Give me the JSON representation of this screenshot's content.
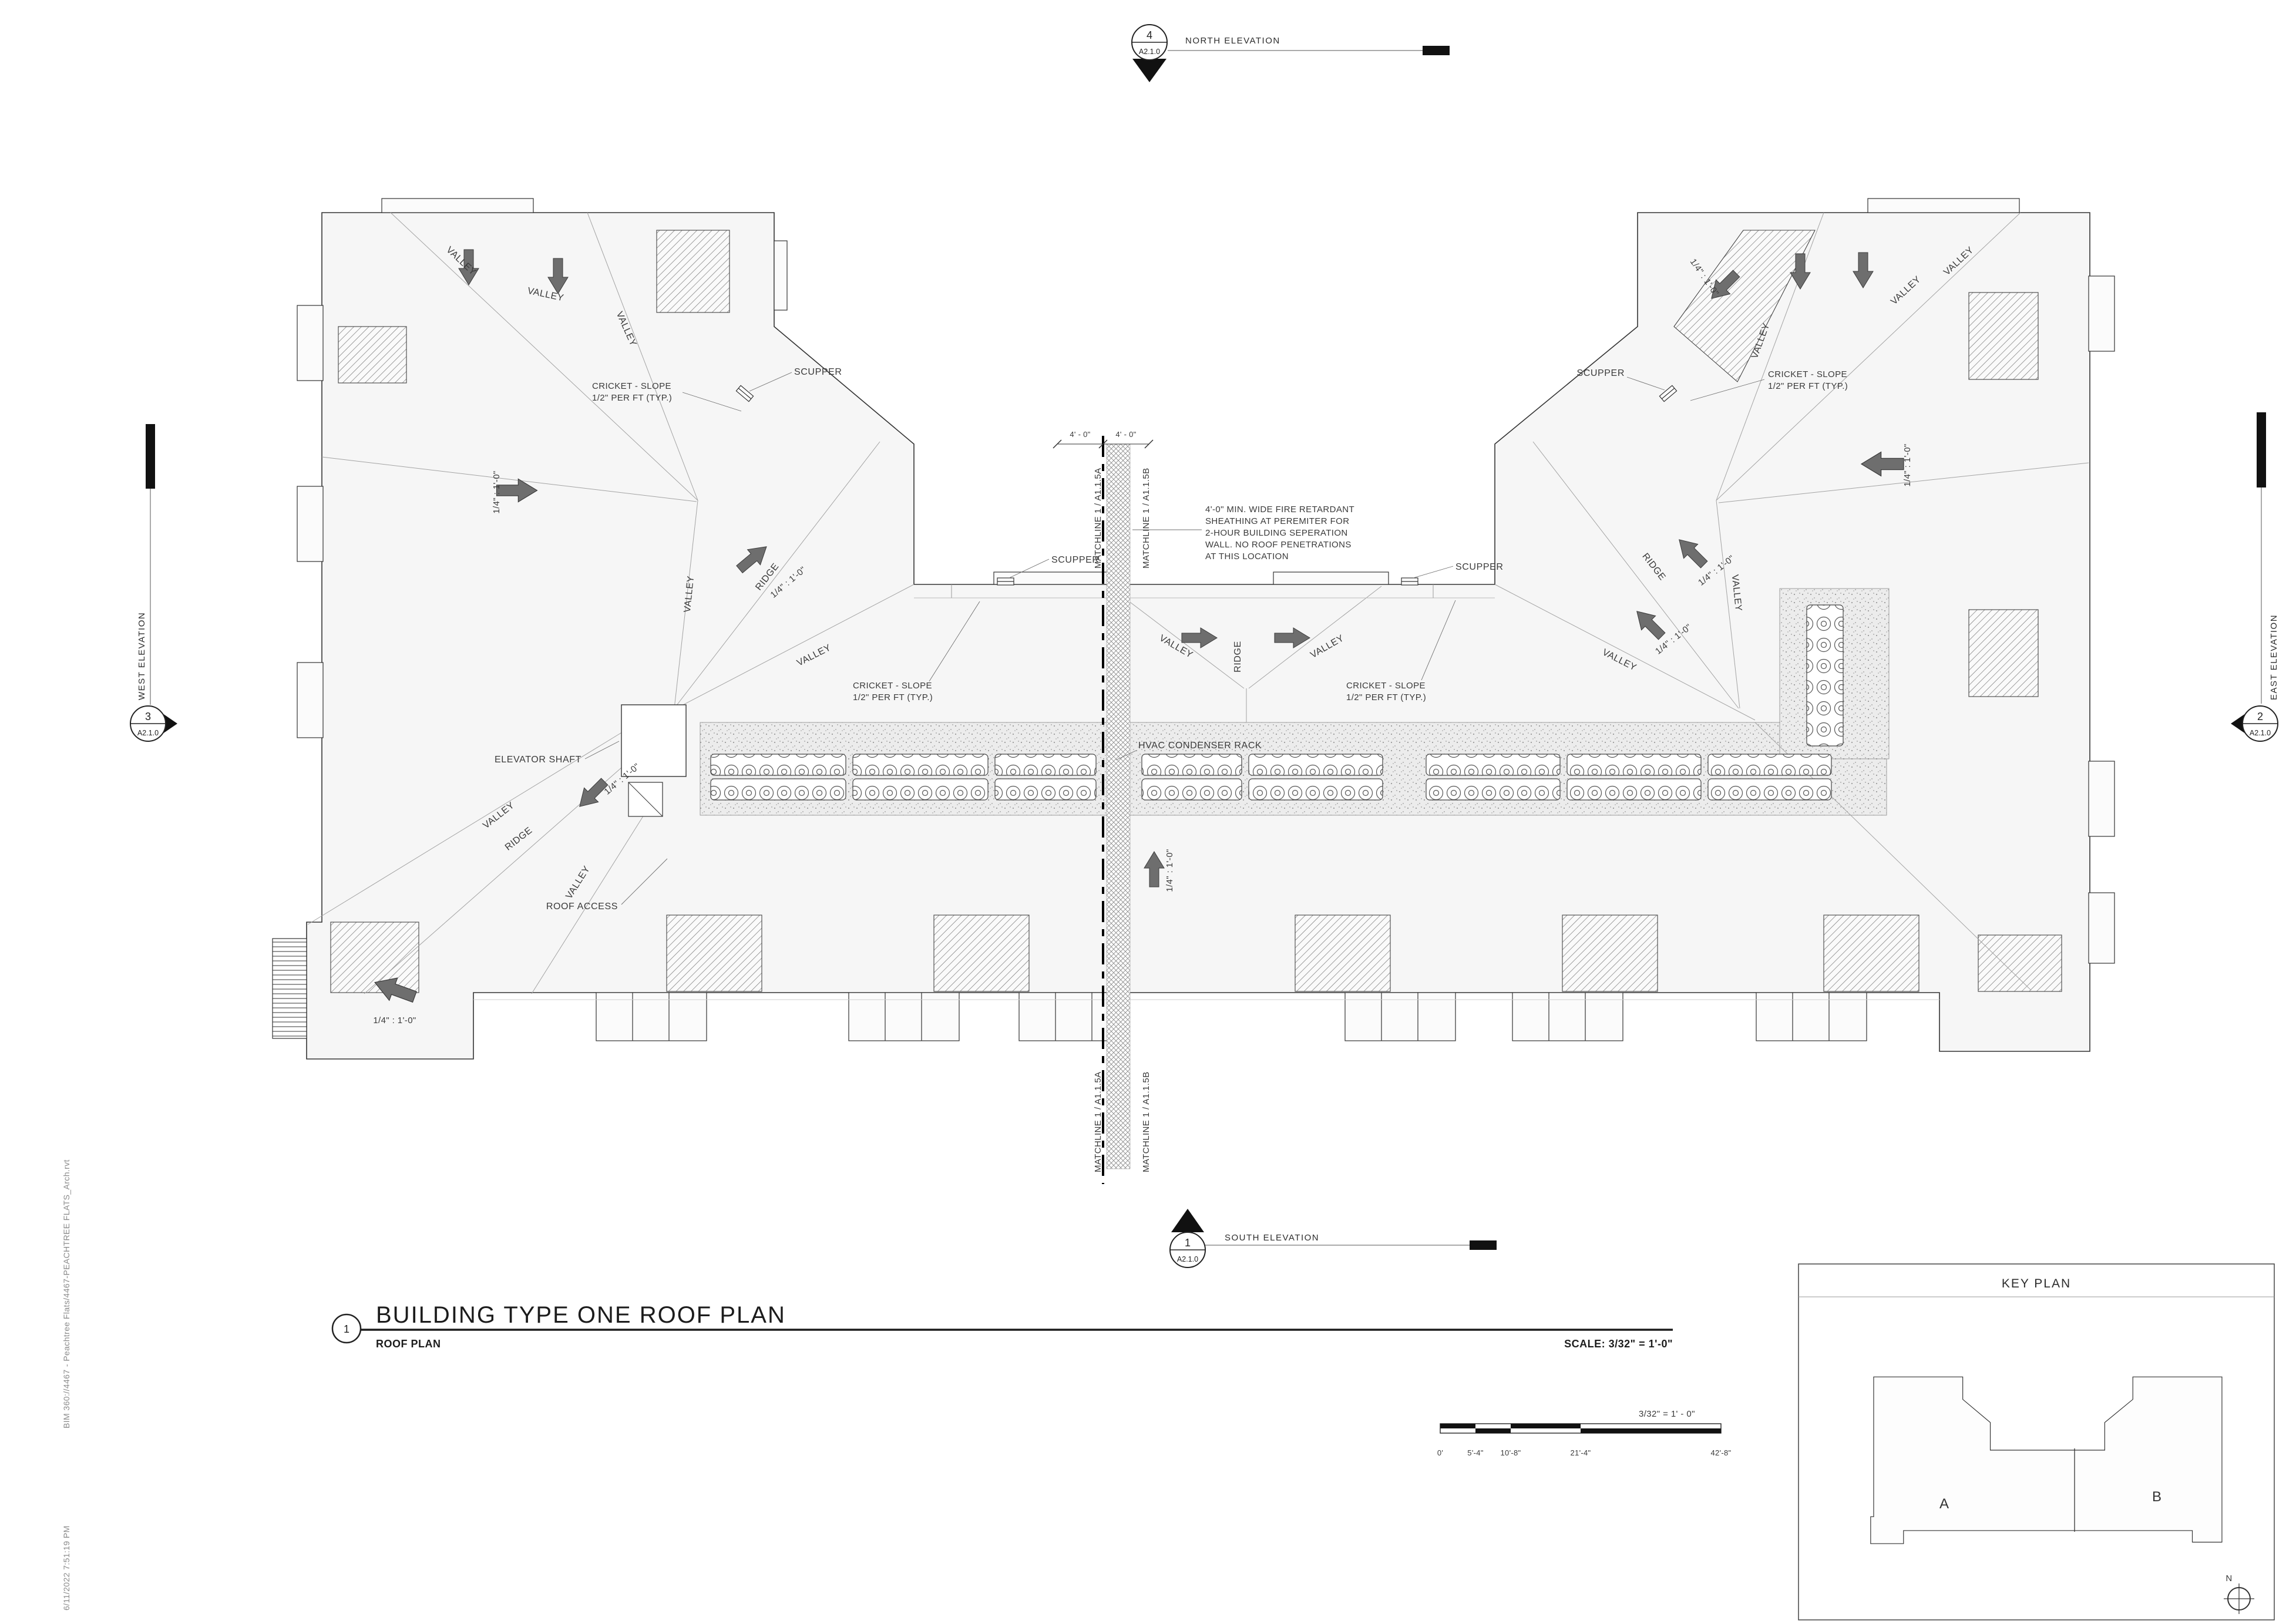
{
  "drawing": {
    "detail_number": "1",
    "title": "BUILDING TYPE ONE ROOF PLAN",
    "view_name": "ROOF PLAN",
    "scale_label": "SCALE: 3/32\" = 1'-0\""
  },
  "elevation_markers": {
    "north": {
      "num": "4",
      "sheet": "A2.1.0",
      "label": "NORTH ELEVATION"
    },
    "south": {
      "num": "1",
      "sheet": "A2.1.0",
      "label": "SOUTH ELEVATION"
    },
    "west": {
      "num": "3",
      "sheet": "A2.1.0",
      "label": "WEST ELEVATION"
    },
    "east": {
      "num": "2",
      "sheet": "A2.1.0",
      "label": "EAST ELEVATION"
    }
  },
  "labels": {
    "valley": "VALLEY",
    "ridge": "RIDGE",
    "scupper": "SCUPPER",
    "cricket_line1": "CRICKET - SLOPE",
    "cricket_line2": "1/2\" PER FT (TYP.)",
    "slope": "1/4\" : 1'-0\"",
    "elevator_shaft": "ELEVATOR SHAFT",
    "roof_access": "ROOF ACCESS",
    "hvac_rack": "HVAC CONDENSER RACK",
    "matchline_a": "MATCHLINE    1 / A1.1.5A",
    "matchline_b": "MATCHLINE    1 / A1.1.5B",
    "dim_4ft": "4' - 0\"",
    "fire_note": [
      "4'-0\" MIN. WIDE FIRE RETARDANT",
      "SHEATHING AT PEREMITER FOR",
      "2-HOUR BUILDING SEPERATION",
      "WALL.  NO ROOF PENETRATIONS",
      "AT THIS LOCATION"
    ]
  },
  "scale_bar": {
    "ratio": "3/32\" = 1' - 0\"",
    "ticks": [
      "0'",
      "5'-4\"",
      "10'-8\"",
      "21'-4\"",
      "42'-8\""
    ]
  },
  "key_plan": {
    "title": "KEY PLAN",
    "building_a": "A",
    "building_b": "B",
    "north": "N"
  },
  "colors": {
    "paper": "#ffffff",
    "ink": "#2f2f2f",
    "arrow_gray": "#6e6e6e"
  },
  "meta": {
    "file_ref": "BIM 360://4467 - Peachtree Flats/4467-PEACHTREE FLATS_Arch.rvt",
    "timestamp": "6/11/2022 7:51:19 PM"
  }
}
